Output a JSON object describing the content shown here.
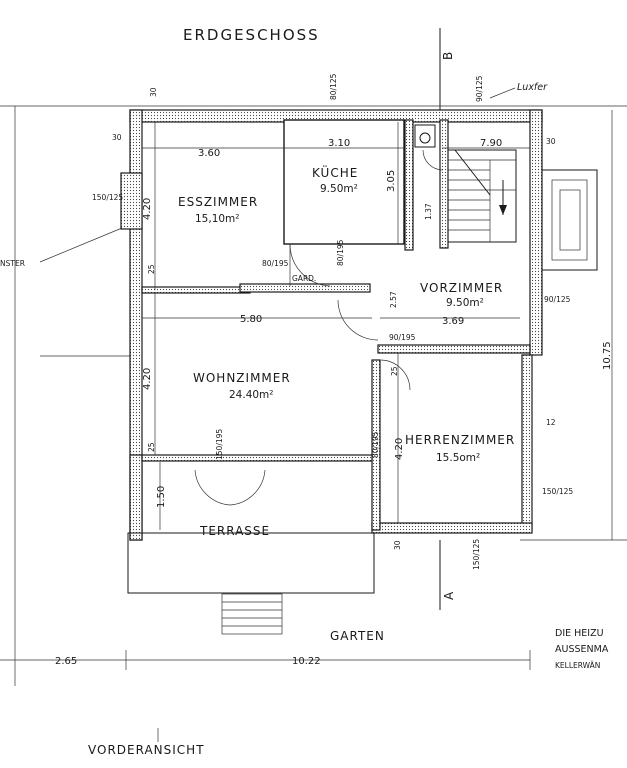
{
  "title": "ERDGESCHOSS",
  "section_marks": {
    "top": "B",
    "bottom": "A"
  },
  "rooms": {
    "esszimmer": {
      "name": "ESSZIMMER",
      "area": "15,10m²"
    },
    "kueche": {
      "name": "KÜCHE",
      "area": "9.50m²"
    },
    "vorzimmer": {
      "name": "VORZIMMER",
      "area": "9.50m²"
    },
    "wohnzimmer": {
      "name": "WOHNZIMMER",
      "area": "24.40m²"
    },
    "herrenzimmer": {
      "name": "HERRENZIMMER",
      "area": "15.5om²"
    },
    "terrasse": {
      "name": "TERRASSE"
    },
    "gard": {
      "name": "GARD."
    }
  },
  "labels": {
    "luxfer": "Luxfer",
    "garten": "GARTEN",
    "fenster": "NSTER",
    "vorderansicht": "VORDERANSICHT"
  },
  "dimensions": {
    "d_360": "3.60",
    "d_310": "3.10",
    "d_790": "7.90",
    "d_420a": "4.20",
    "d_305": "3.05",
    "d_580": "5.80",
    "d_369": "3.69",
    "d_420b": "4.20",
    "d_420c": "4.20",
    "d_1075": "10.75",
    "d_150": "1.50",
    "d_265": "2.65",
    "d_1022": "10.22",
    "d_257": "2.57",
    "d_137": "1.37",
    "d_30a": "30",
    "d_30b": "30",
    "d_30c": "30",
    "d_30d": "30",
    "d_25a": "25",
    "d_25b": "25",
    "d_25c": "25",
    "d_12": "12",
    "w_150_125a": "150/125",
    "w_90_125a": "90/125",
    "w_150_125b": "150/125",
    "w_150_125c": "150/125",
    "w_80_125": "80/125",
    "w_80_195": "80/195",
    "w_80_195b": "80/195",
    "w_90_195": "90/195",
    "w_150_195": "150/195",
    "w_80_195c": "80/195",
    "w_90_125b": "90/125"
  },
  "notes": {
    "line1": "DIE HEIZU",
    "line2": "AUSSENMA",
    "line3": "KELLERWÄN"
  }
}
